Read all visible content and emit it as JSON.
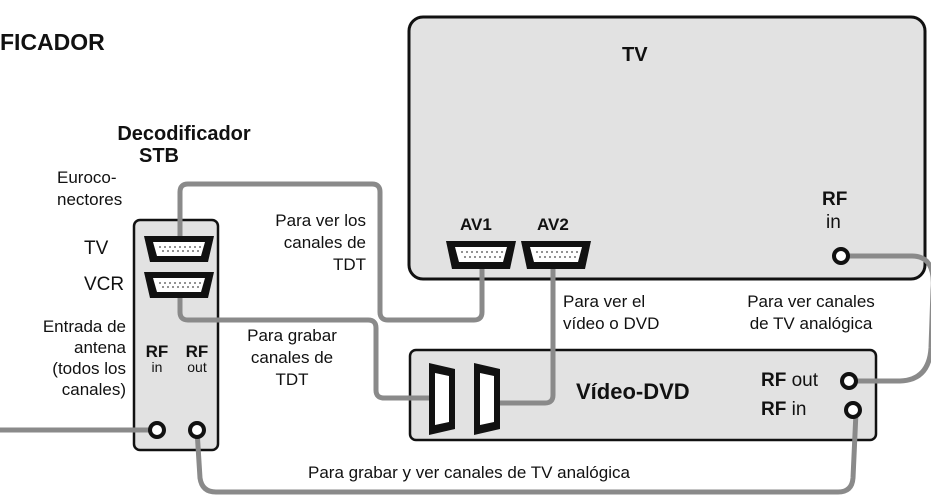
{
  "title_fragment": "FICADOR",
  "tv": {
    "title": "TV",
    "av1": "AV1",
    "av2": "AV2",
    "rf": "RF",
    "rf_in": "in"
  },
  "decoder": {
    "title_line1": "Decodificador",
    "title_line2": "STB",
    "euro_line1": "Euroco-",
    "euro_line2": "nectores",
    "tv_label": "TV",
    "vcr_label": "VCR",
    "antenna_line1": "Entrada de",
    "antenna_line2": "antena",
    "antenna_line3": "(todos los",
    "antenna_line4": "canales)",
    "rf_in_label": "RF",
    "rf_in_sub": "in",
    "rf_out_label": "RF",
    "rf_out_sub": "out"
  },
  "vcr": {
    "title": "Vídeo-DVD",
    "rf_out_bold": "RF",
    "rf_out_rest": " out",
    "rf_in_bold": "RF",
    "rf_in_rest": " in"
  },
  "labels": {
    "tdt_view_1": "Para ver los",
    "tdt_view_2": "canales de",
    "tdt_view_3": "TDT",
    "tdt_record_1": "Para grabar",
    "tdt_record_2": "canales de",
    "tdt_record_3": "TDT",
    "video_1": "Para ver el",
    "video_2": "vídeo o DVD",
    "analog_1": "Para ver canales",
    "analog_2": "de TV analógica",
    "bottom": "Para grabar y ver canales de TV analógica"
  },
  "colors": {
    "cable": "#8a8a8a",
    "outline": "#111111",
    "pins": "#ffffff"
  }
}
